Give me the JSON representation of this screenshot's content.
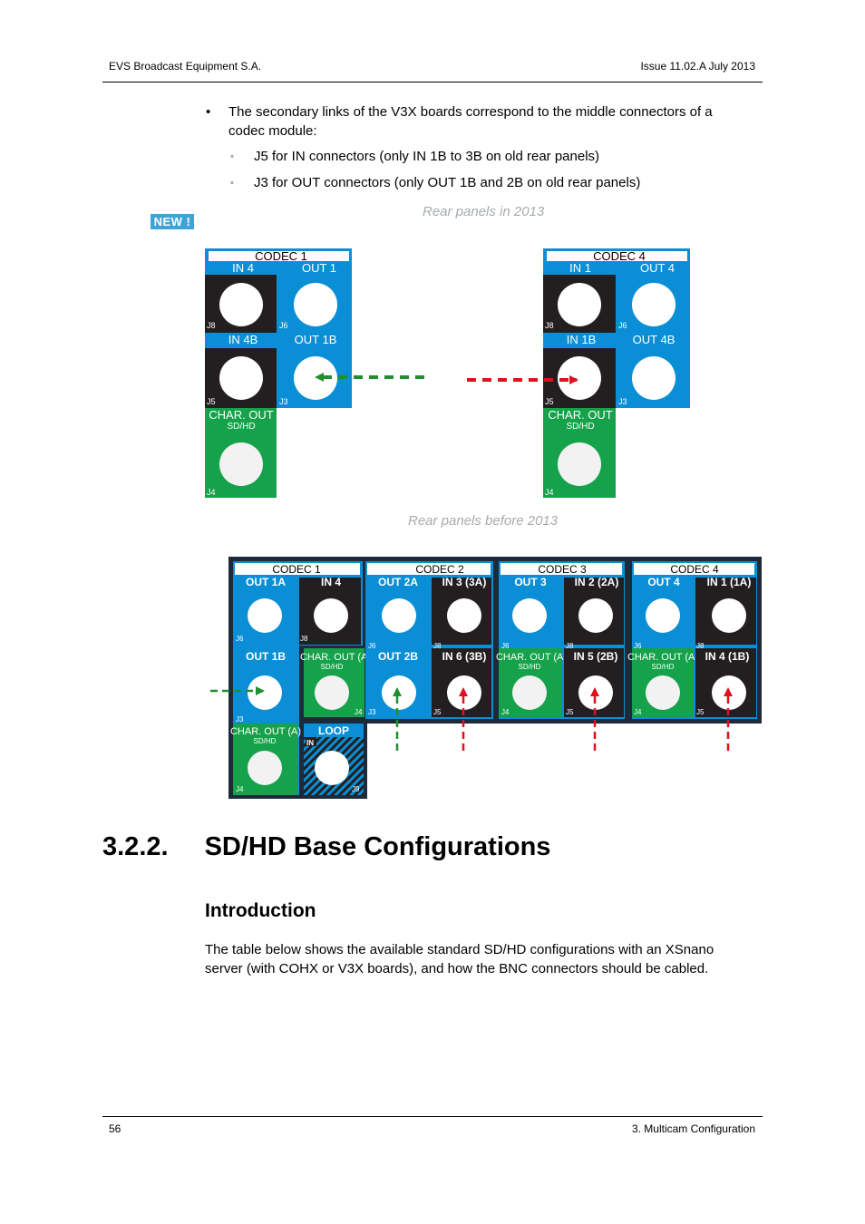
{
  "header": {
    "company": "EVS Broadcast Equipment S.A.",
    "issue": "Issue 11.02.A  July 2013"
  },
  "bullets": {
    "main": "The secondary links of the V3X boards correspond to the middle connectors of a codec module:",
    "sub1": "J5 for IN connectors (only IN 1B to 3B on old rear panels)",
    "sub2": "J3 for OUT connectors (only OUT 1B and 2B on old rear panels)"
  },
  "new_badge": "NEW !",
  "captions": {
    "panels_2013": "Rear panels in 2013",
    "panels_before": "Rear panels before 2013"
  },
  "panels_2013": [
    {
      "codec": "CODEC 1",
      "top_left": "IN 4",
      "top_right": "OUT 1",
      "mid_left": "IN 4B",
      "mid_right": "OUT 1B",
      "char": "CHAR. OUT",
      "char_sub": "SD/HD",
      "j_top_left": "J8",
      "j_top_right": "J6",
      "j_mid_left": "J5",
      "j_mid_right": "J3",
      "j_char": "J4"
    },
    {
      "codec": "CODEC 4",
      "top_left": "IN 1",
      "top_right": "OUT 4",
      "mid_left": "IN 1B",
      "mid_right": "OUT 4B",
      "char": "CHAR. OUT",
      "char_sub": "SD/HD",
      "j_top_left": "J8",
      "j_top_right": "J6",
      "j_mid_left": "J5",
      "j_mid_right": "J3",
      "j_char": "J4"
    }
  ],
  "panels_before": {
    "codec1": {
      "codec": "CODEC 1",
      "out_a": "OUT 1A",
      "in": "IN 4",
      "out_b": "OUT 1B",
      "char": "CHAR. OUT (A)",
      "char_sub": "SD/HD",
      "char2": "CHAR. OUT (A)",
      "char2_sub": "SD/HD",
      "loop": "LOOP",
      "loop_in": "IN",
      "j6": "J6",
      "j8": "J8",
      "j3": "J3",
      "j4a": "J4",
      "j4b": "J4",
      "j9": "J9"
    },
    "codec2": {
      "codec": "CODEC 2",
      "out_a": "OUT 2A",
      "in_a": "IN 3 (3A)",
      "out_b": "OUT 2B",
      "in_b": "IN 6 (3B)",
      "j6": "J6",
      "j8": "J8",
      "j3": "J3",
      "j5": "J5"
    },
    "codec3": {
      "codec": "CODEC 3",
      "out_a": "OUT 3",
      "in_a": "IN 2 (2A)",
      "char": "CHAR. OUT (A)",
      "char_sub": "SD/HD",
      "in_b": "IN 5 (2B)",
      "j6": "J6",
      "j8": "J8",
      "j4": "J4",
      "j5": "J5"
    },
    "codec4": {
      "codec": "CODEC 4",
      "out_a": "OUT 4",
      "in_a": "IN 1 (1A)",
      "char": "CHAR. OUT (A)",
      "char_sub": "SD/HD",
      "in_b": "IN 4 (1B)",
      "j6": "J6",
      "j8": "J8",
      "j4": "J4",
      "j5": "J5"
    }
  },
  "colors": {
    "blue": "#0a8fd6",
    "black": "#231f20",
    "green": "#16a24a",
    "frame": "#1d2a39",
    "arrow_green": "#1f8f2f",
    "arrow_red": "#e0101e",
    "new_badge": "#40a3d8"
  },
  "section": {
    "number": "3.2.2.",
    "title": "SD/HD Base Configurations"
  },
  "intro": {
    "heading": "Introduction",
    "text": "The table below shows the available standard SD/HD configurations with an XSnano server (with COHX or V3X boards), and how the BNC connectors should be cabled."
  },
  "footer": {
    "page": "56",
    "chapter": "3. Multicam Configuration"
  }
}
